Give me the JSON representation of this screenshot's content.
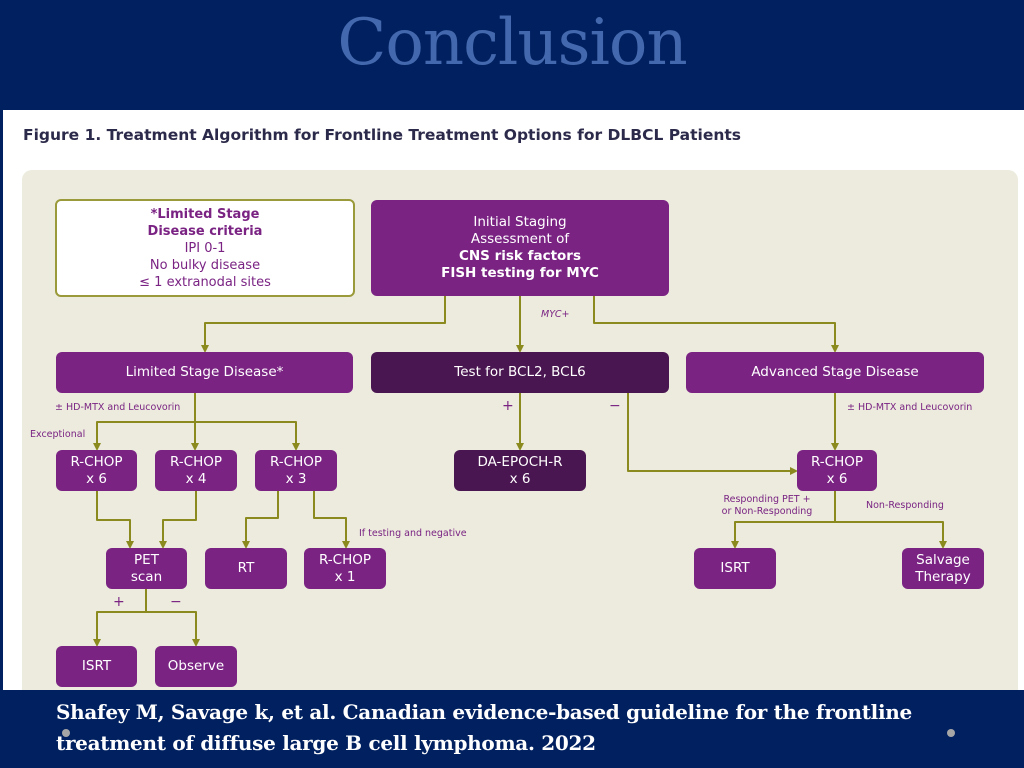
{
  "header": {
    "title": "Conclusion"
  },
  "figure": {
    "title": "Figure 1. Treatment Algorithm for Frontline Treatment Options for DLBCL Patients",
    "criteria": {
      "line1": "*Limited Stage",
      "line2": "Disease criteria",
      "line3": "IPI 0-1",
      "line4": "No bulky disease",
      "line5": "≤ 1 extranodal sites"
    },
    "initial": {
      "line1": "Initial Staging",
      "line2": "Assessment of",
      "line3": "CNS risk factors",
      "line4": "FISH testing for MYC"
    },
    "limited": "Limited Stage Disease*",
    "test": "Test for BCL2, BCL6",
    "advanced": "Advanced Stage Disease",
    "rchop6": {
      "line1": "R-CHOP",
      "line2": "x 6"
    },
    "rchop4": {
      "line1": "R-CHOP",
      "line2": "x 4"
    },
    "rchop3": {
      "line1": "R-CHOP",
      "line2": "x 3"
    },
    "daepoch": {
      "line1": "DA-EPOCH-R",
      "line2": "x 6"
    },
    "rchop6_adv": {
      "line1": "R-CHOP",
      "line2": "x 6"
    },
    "pet": {
      "line1": "PET",
      "line2": "scan"
    },
    "rt": "RT",
    "rchop1": {
      "line1": "R-CHOP",
      "line2": "x 1"
    },
    "isrt_adv": "ISRT",
    "salvage": {
      "line1": "Salvage",
      "line2": "Therapy"
    },
    "isrt": "ISRT",
    "observe": "Observe",
    "labels": {
      "myc": "MYC+",
      "hdmtx_left": "± HD-MTX and Leucovorin",
      "exceptional": "Exceptional",
      "hdmtx_right": "± HD-MTX and Leucovorin",
      "plus_test": "+",
      "minus_test": "−",
      "if_testing": "If testing and negative",
      "responding1": "Responding PET +",
      "responding2": "or Non-Responding",
      "non_responding": "Non-Responding",
      "plus_pet": "+",
      "minus_pet": "−"
    }
  },
  "footer": {
    "citation": "Shafey M, Savage  k, et al. Canadian evidence-based guideline for the frontline treatment of diffuse large B cell lymphoma. 2022"
  }
}
